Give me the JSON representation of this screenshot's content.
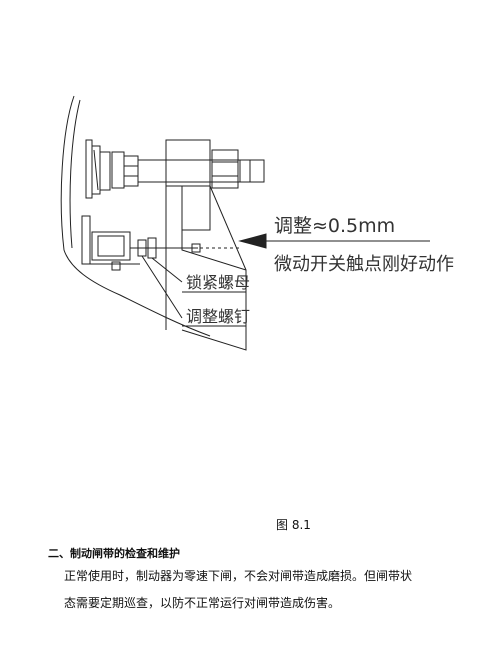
{
  "figure": {
    "annotation_line1": "调整≈0.5mm",
    "annotation_line2": "微动开关触点刚好动作",
    "label_lock_nut": "锁紧螺母",
    "label_adjust_screw": "调整螺钉",
    "caption": "图 8.1"
  },
  "section": {
    "heading": "二、制动闸带的检查和维护",
    "paragraph_line1": "正常使用时，制动器为零速下闸，不会对闸带造成磨损。但闸带状",
    "paragraph_line2": "态需要定期巡查，以防不正常运行对闸带造成伤害。"
  }
}
